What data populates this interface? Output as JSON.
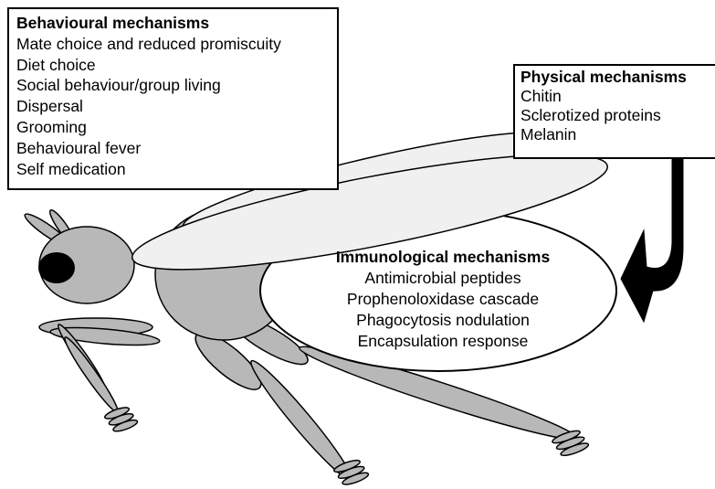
{
  "behavioural": {
    "title": "Behavioural mechanisms",
    "items": [
      "Mate choice and reduced promiscuity",
      "Diet choice",
      "Social behaviour/group living",
      "Dispersal",
      "Grooming",
      "Behavioural fever",
      "Self medication"
    ]
  },
  "physical": {
    "title": "Physical mechanisms",
    "items": [
      "Chitin",
      "Sclerotized proteins",
      "Melanin"
    ]
  },
  "immunological": {
    "title": "Immunological mechanisms",
    "items": [
      "Antimicrobial peptides",
      "Prophenoloxidase cascade",
      "Phagocytosis nodulation",
      "Encapsulation response"
    ]
  },
  "colors": {
    "body": "#b8b8b8",
    "wing": "#f0f0f0",
    "eye": "#000000",
    "outline": "#000000"
  }
}
